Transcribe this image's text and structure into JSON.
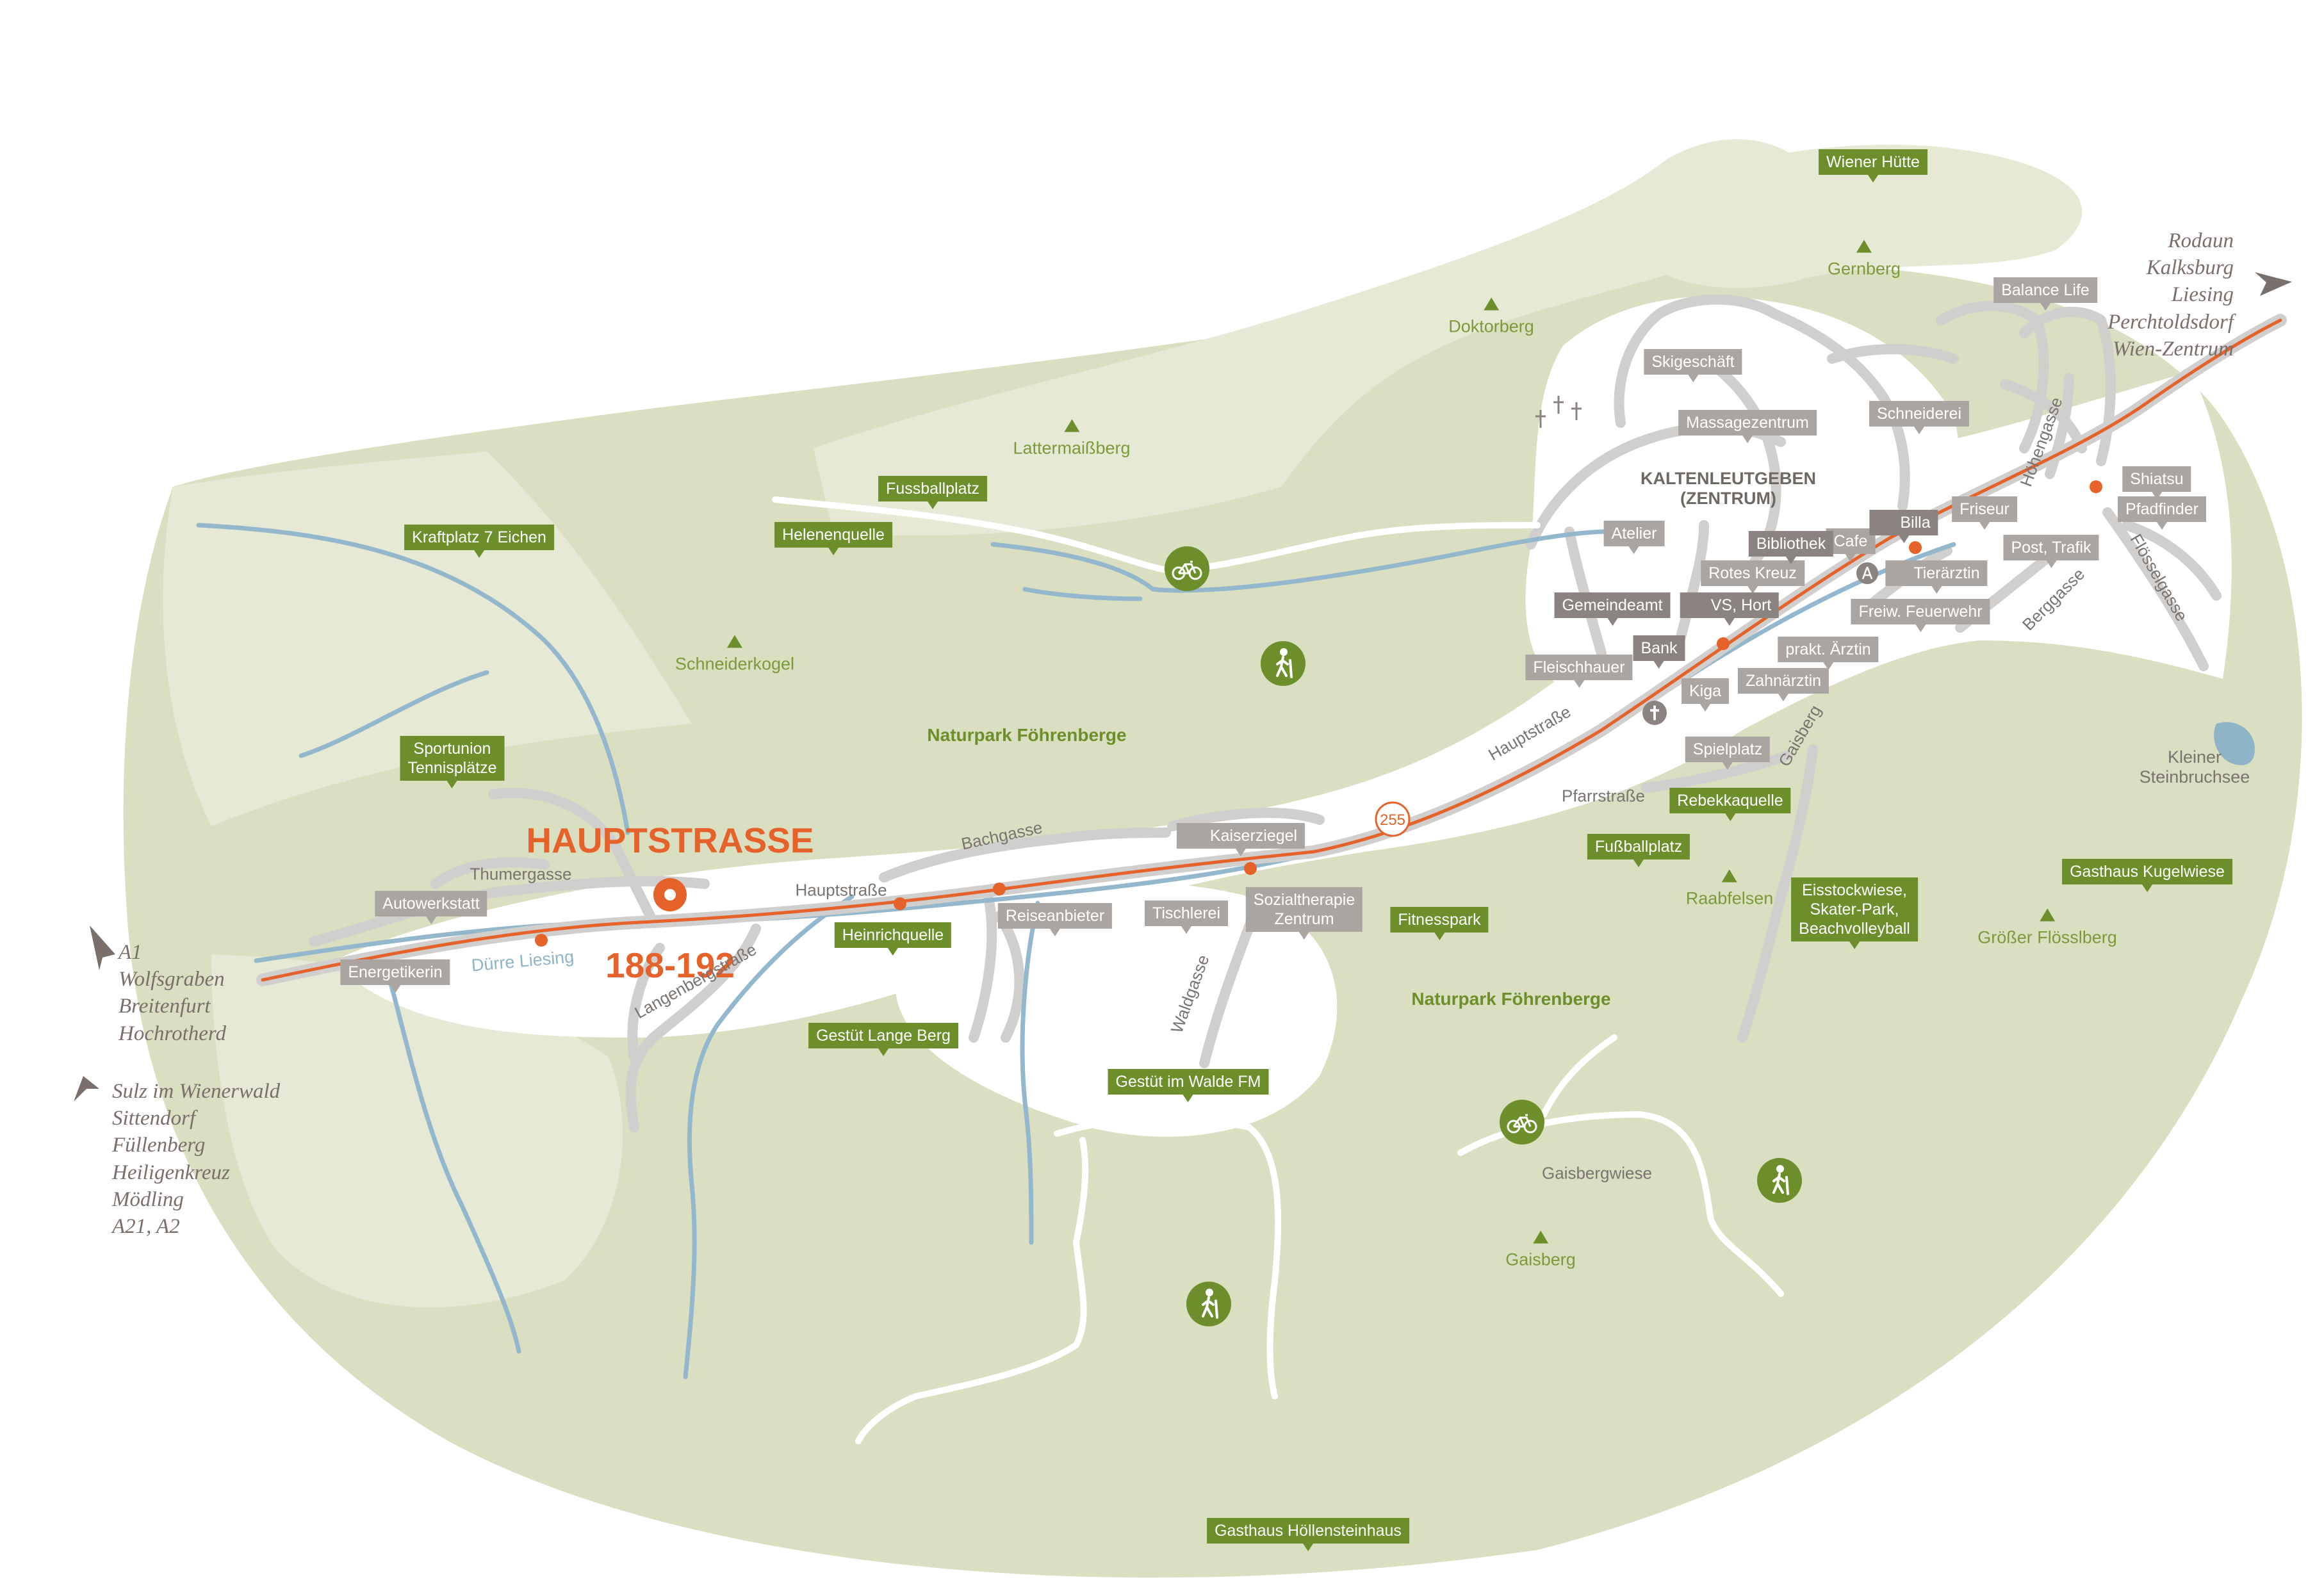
{
  "headline": {
    "line1": "HAUPTSTRASSE",
    "line2": "188-192"
  },
  "town": "KALTENLEUTGEBEN\n(ZENTRUM)",
  "route_number": "255",
  "destinations": {
    "east": "Rodaun\nKalksburg\nLiesing\nPerchtoldsdorf\nWien-Zentrum",
    "west": "A1\nWolfsgraben\nBreitenfurt\nHochrotherd",
    "southwest": "Sulz im Wienerwald\nSittendorf\nFüllenberg\nHeiligenkreuz\nMödling\nA21, A2"
  },
  "green_tags": [
    "Wiener Hütte",
    "Fussballplatz",
    "Helenenquelle",
    "Kraftplatz 7 Eichen",
    "Sportunion\nTennisplätze",
    "Heinrichquelle",
    "Gestüt Lange Berg",
    "Gestüt im Walde FM",
    "Fitnesspark",
    "Rebekkaquelle",
    "Fußballplatz",
    "Eisstockwiese,\nSkater-Park,\nBeachvolleyball",
    "Gasthaus Kugelwiese",
    "Gasthaus Höllensteinhaus"
  ],
  "grey_tags": [
    "Balance Life",
    "Skigeschäft",
    "Schneiderei",
    "Massagezentrum",
    "Atelier",
    "Friseur",
    "Shiatsu",
    "Pfadfinder",
    "Post, Trafik",
    "Cafe",
    "Tierärztin",
    "Rotes Kreuz",
    "Freiw. Feuerwehr",
    "prakt. Ärztin",
    "Fleischhauer",
    "Kiga",
    "Zahnärztin",
    "Spielplatz",
    "Kaiserziegel",
    "Tischlerei",
    "Sozialtherapie\nZentrum",
    "Reiseanbieter",
    "Autowerkstatt",
    "Energetikerin"
  ],
  "dark_tags": [
    "Bibliothek",
    "Billa",
    "Gemeindeamt",
    "VS, Hort",
    "Bank"
  ],
  "peaks": [
    "Gernberg",
    "Doktorberg",
    "Lattermaißberg",
    "Schneiderkogel",
    "Raabfelsen",
    "Größer Flösslberg",
    "Gaisberg"
  ],
  "parks": [
    "Naturpark Föhrenberge",
    "Naturpark Föhrenberge"
  ],
  "streets": [
    "Thumergasse",
    "Hauptstraße",
    "Bachgasse",
    "Langenbergstraße",
    "Waldgasse",
    "Hauptstraße",
    "Pfarrstraße",
    "Gaisberg",
    "Berggasse",
    "Flösselgasse",
    "Höhengasse",
    "Gaisbergwiese"
  ],
  "waters": [
    "Dürre Liesing",
    "Kleiner\nSteinbruchsee"
  ],
  "icons": {
    "bike": "bicycle-icon",
    "hike": "hiker-icon",
    "church": "church-icon",
    "cemetery": "cemetery-icon",
    "location": "location-marker-icon",
    "restaurant": "restaurant-icon",
    "shop": "shopping-cart-icon",
    "school": "school-icon",
    "vet": "vet-icon",
    "arrow": "direction-arrow-icon"
  },
  "colors": {
    "forest": "#d9dfc0",
    "forest_light": "#e6e9d4",
    "main_road": "#e5622a",
    "water": "#93b7cc",
    "road": "#d0cfcd",
    "tag_green": "#6d8f2b",
    "tag_grey": "#aba5a1",
    "tag_dark": "#8b8380"
  }
}
